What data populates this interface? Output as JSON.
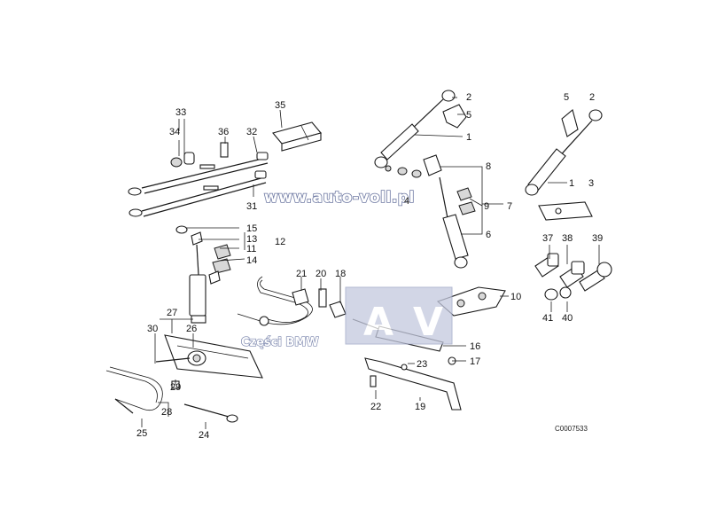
{
  "watermark": {
    "url": "www.auto-voll.pl",
    "brand": "Części BMW",
    "logo_letters": [
      "A",
      "V"
    ]
  },
  "diagram_code": "C0007533",
  "labels": [
    "1",
    "2",
    "3",
    "4",
    "5",
    "6",
    "7",
    "8",
    "9",
    "10",
    "11",
    "12",
    "13",
    "14",
    "15",
    "16",
    "17",
    "18",
    "19",
    "20",
    "21",
    "22",
    "23",
    "24",
    "25",
    "26",
    "27",
    "28",
    "29",
    "30",
    "31",
    "32",
    "33",
    "34",
    "35",
    "36",
    "37",
    "38",
    "39",
    "40",
    "41"
  ]
}
